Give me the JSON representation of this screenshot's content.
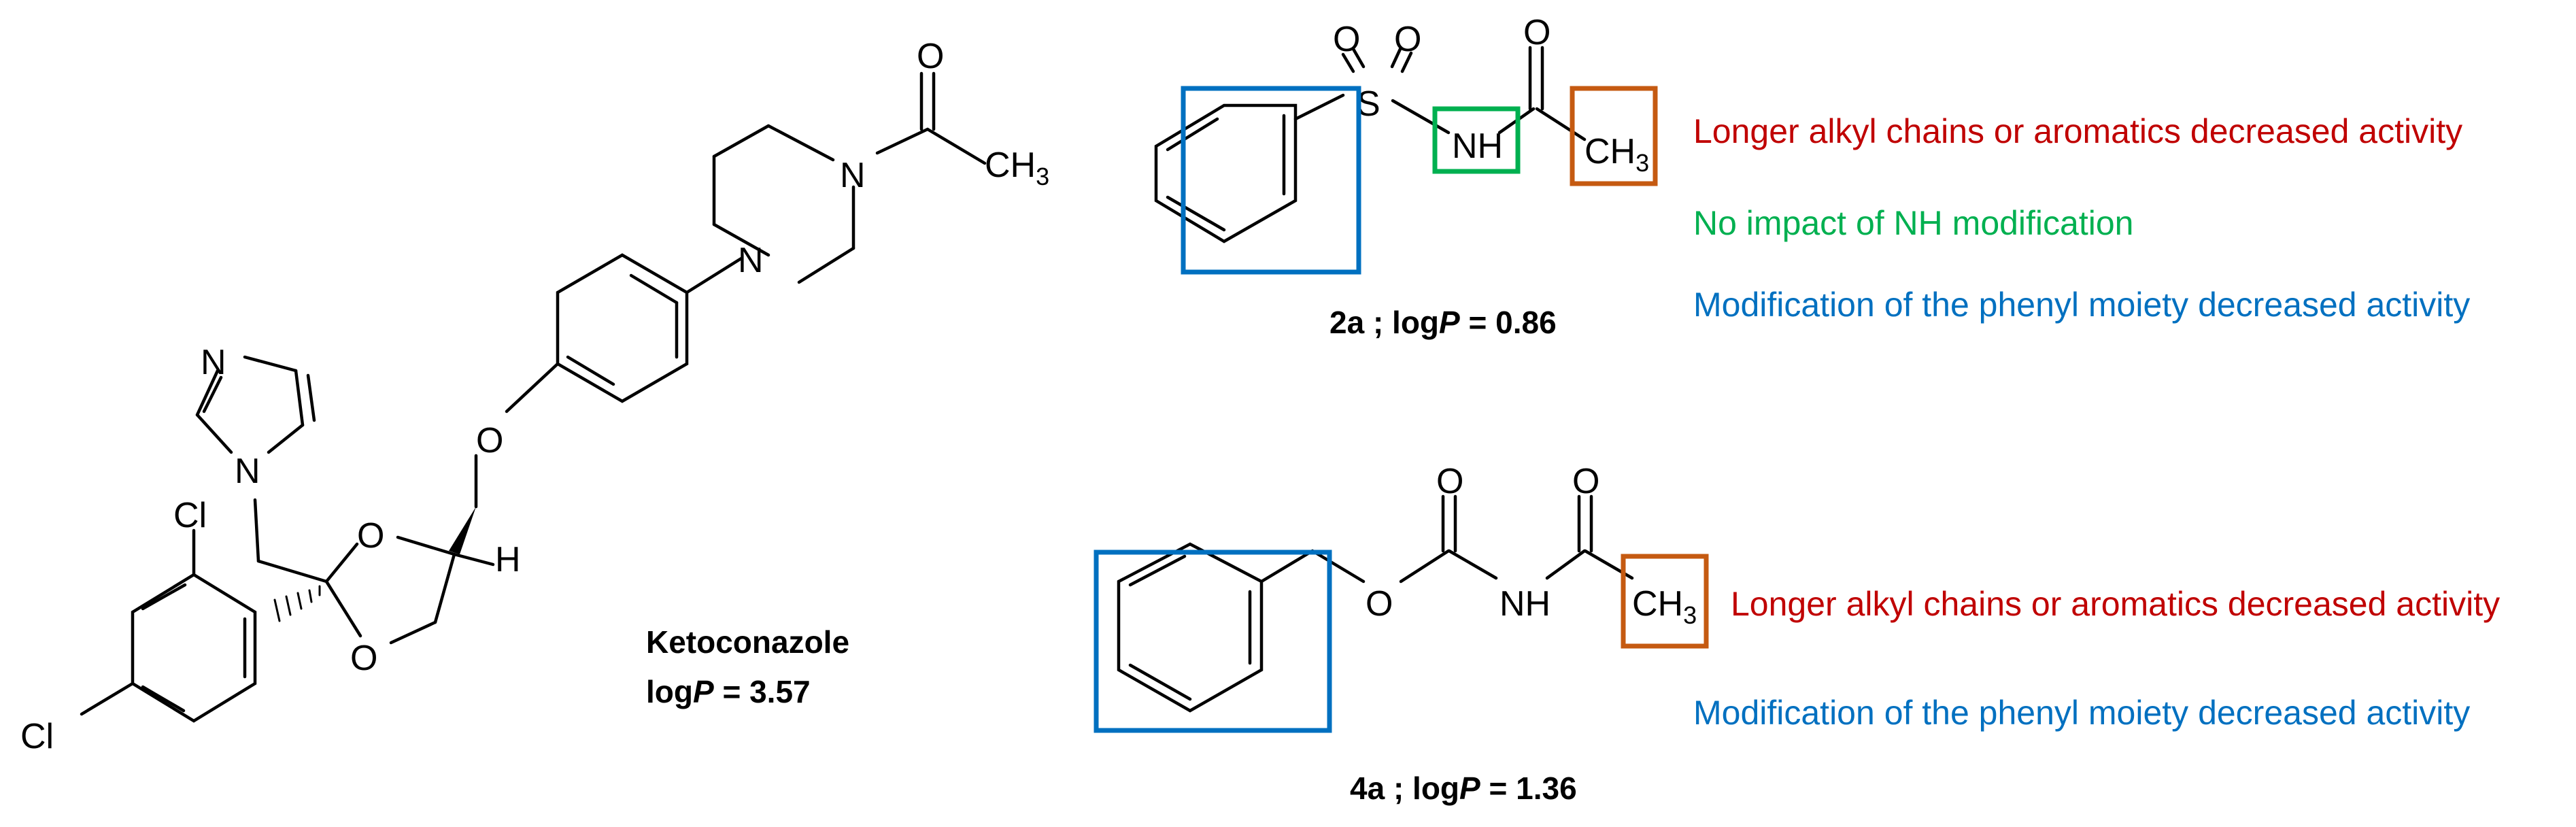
{
  "colors": {
    "red": "#c00000",
    "green": "#00b050",
    "blue": "#0070c0",
    "orange": "#c55a11",
    "black": "#000000"
  },
  "ketoconazole": {
    "name": "Ketoconazole",
    "logp_prefix": "log",
    "logp_italic": "P",
    "logp_value": " = 3.57",
    "atoms": {
      "o_carbonyl": "O",
      "n_amide": "N",
      "ch3_c": "CH",
      "ch3_sub": "3",
      "n_piperazine": "N",
      "o_ether": "O",
      "n_imidazole_top": "N",
      "n_imidazole": "N",
      "cl_ortho": "Cl",
      "cl_para": "Cl",
      "o_ring_1": "O",
      "o_ring_2": "O",
      "h": "H"
    }
  },
  "compound_2a": {
    "label_id": "2a ; ",
    "logp_prefix": "log",
    "logp_italic": "P",
    "logp_value": " = 0.86",
    "atoms": {
      "s": "S",
      "o1": "O",
      "o2": "O",
      "nh": "NH",
      "o_carbonyl": "O",
      "ch3_c": "CH",
      "ch3_sub": "3"
    },
    "notes": [
      "Longer alkyl chains or aromatics decreased activity",
      "No impact of NH modification",
      "Modification of the phenyl moiety decreased activity"
    ]
  },
  "compound_4a": {
    "label_id": "4a ; ",
    "logp_prefix": "log",
    "logp_italic": "P",
    "logp_value": " = 1.36",
    "atoms": {
      "o_ether": "O",
      "o_carbonyl_1": "O",
      "nh": "NH",
      "o_carbonyl_2": "O",
      "ch3_c": "CH",
      "ch3_sub": "3"
    },
    "notes": [
      "Longer alkyl chains or aromatics decreased activity",
      "Modification of the phenyl moiety decreased activity"
    ]
  }
}
